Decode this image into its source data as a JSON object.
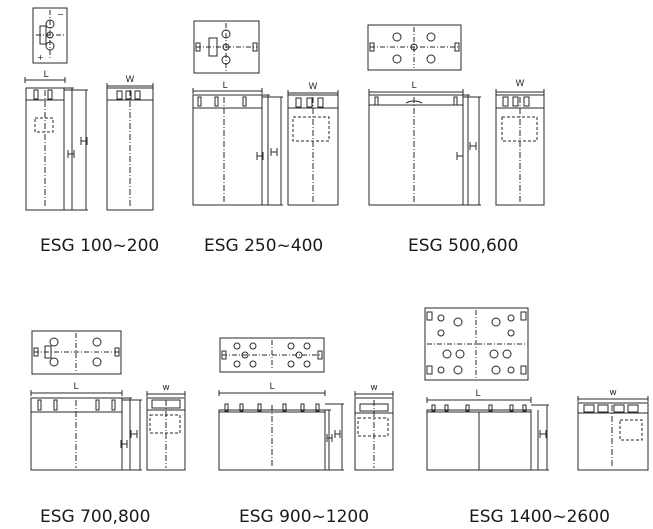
{
  "labels": {
    "length": "L",
    "width": "W",
    "width_lower": "w",
    "height": "H"
  },
  "models": [
    {
      "caption": "ESG 100~200"
    },
    {
      "caption": "ESG 250~400"
    },
    {
      "caption": "ESG 500,600"
    },
    {
      "caption": "ESG 700,800"
    },
    {
      "caption": "ESG 900~1200"
    },
    {
      "caption": "ESG 1400~2600"
    }
  ],
  "colors": {
    "line": "#2a2a2a",
    "background": "#ffffff"
  }
}
